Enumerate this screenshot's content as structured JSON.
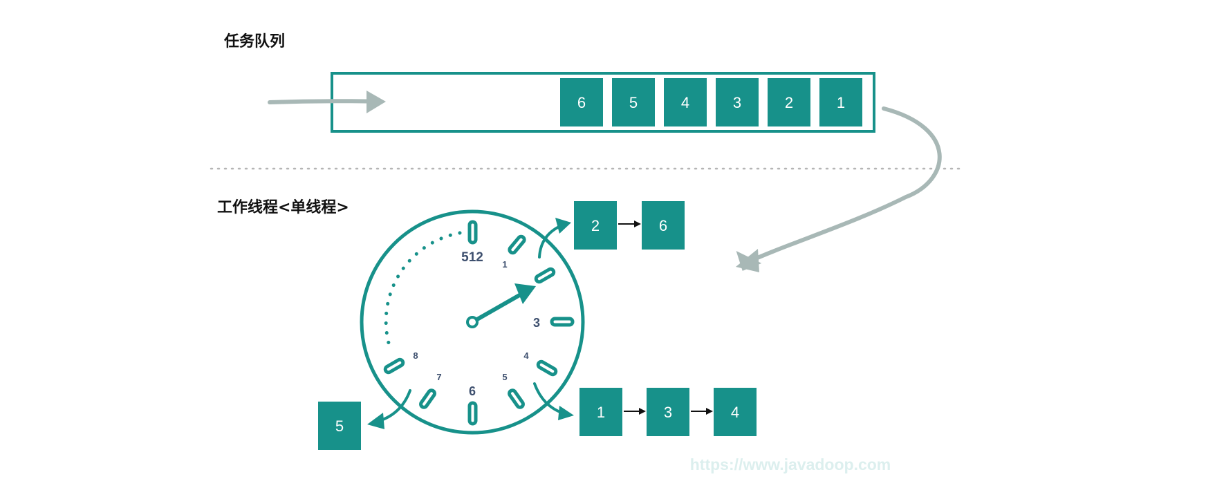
{
  "labels": {
    "queue": "任务队列",
    "worker": "工作线程<单线程>",
    "watermark": "https://www.javadoop.com"
  },
  "queue_tasks": [
    "6",
    "5",
    "4",
    "3",
    "2",
    "1"
  ],
  "wheel": {
    "dial_labels": [
      "512",
      "1",
      "3",
      "4",
      "5",
      "6",
      "7",
      "8"
    ]
  },
  "slot_lists": {
    "slot1": [
      "2",
      "6"
    ],
    "slot4": [
      "1",
      "3",
      "4"
    ],
    "slot7": [
      "5"
    ]
  },
  "colors": {
    "teal": "#17918a",
    "arrow_gray": "#a8b8b6",
    "dial_text": "#3d4f6e"
  }
}
